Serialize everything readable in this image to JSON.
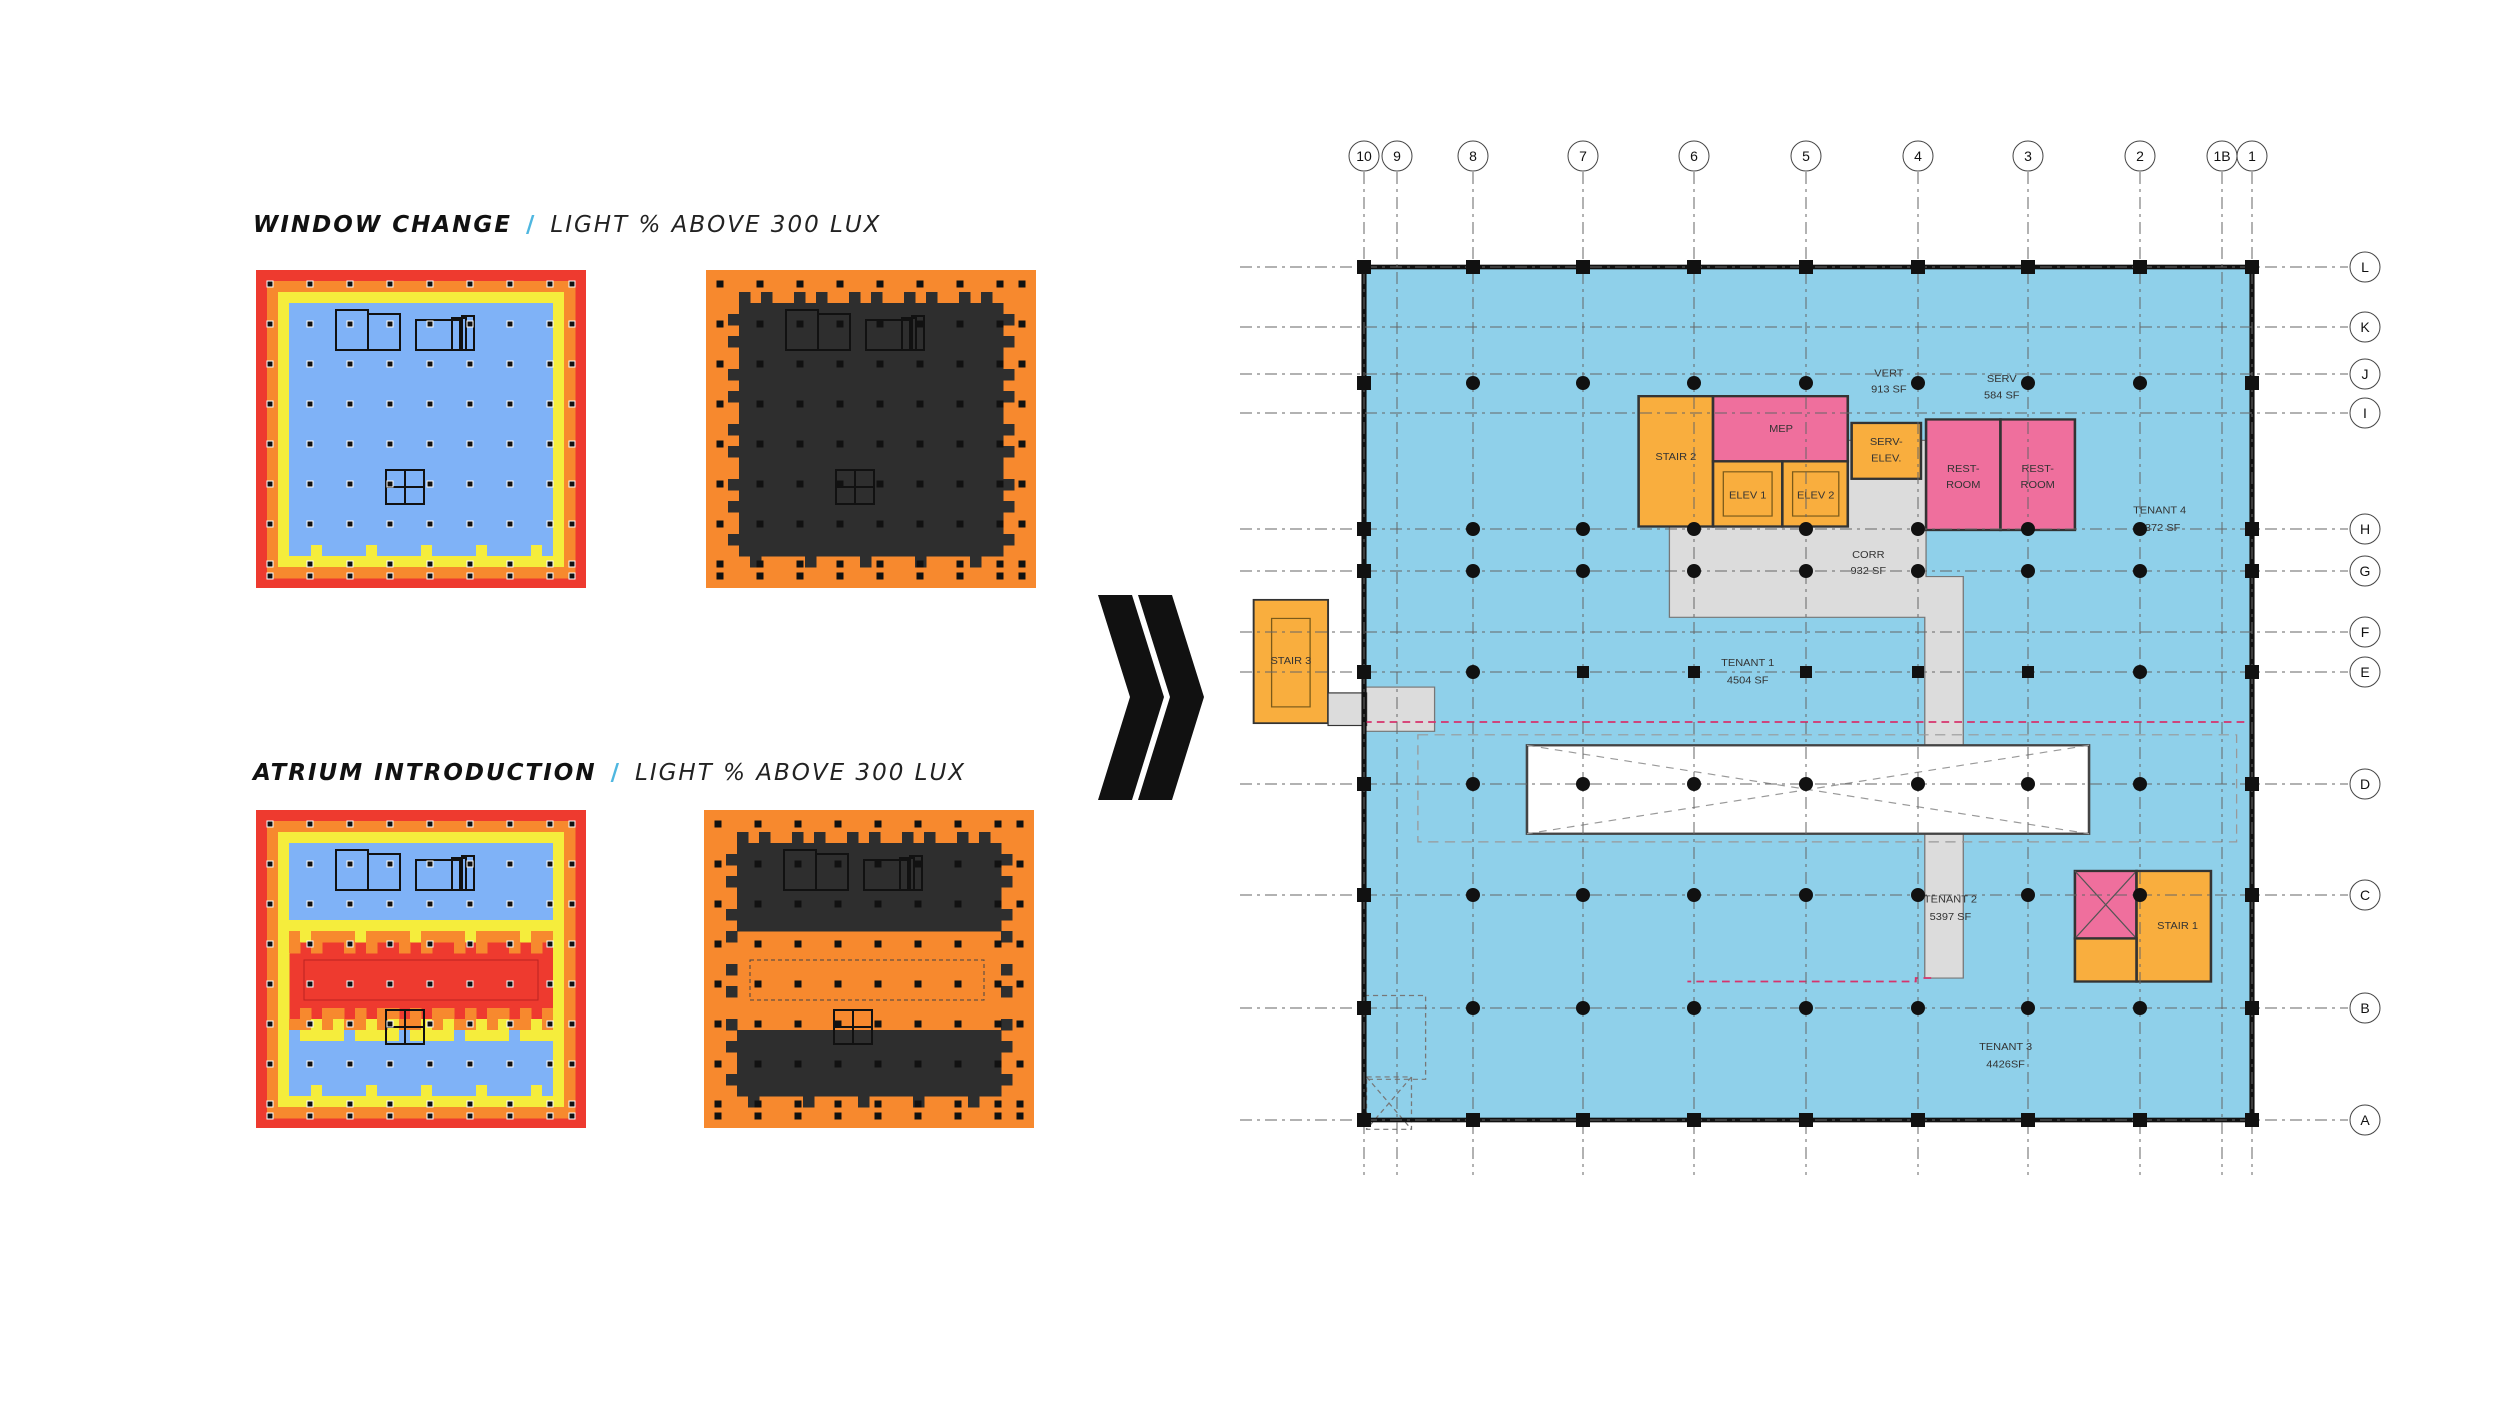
{
  "sections": [
    {
      "title": "WINDOW CHANGE",
      "subtitle": "LIGHT % ABOVE 300 LUX"
    },
    {
      "title": "ATRIUM INTRODUCTION",
      "subtitle": "LIGHT % ABOVE 300 LUX"
    }
  ],
  "colors": {
    "daylight_blue": "#7fb2f7",
    "daylight_yellow": "#f5ed3c",
    "daylight_red": "#ee3a2f",
    "threshold_orange": "#f7892e",
    "threshold_dark": "#2e2e2e",
    "plan_fill": "#8fd0ea",
    "core_pink": "#ef6f9d",
    "stair_orange": "#f9ae3e",
    "corridor_gray": "#dcdcdc",
    "accent": "#4fb7e0"
  },
  "plan": {
    "column_grid": [
      "10",
      "9",
      "8",
      "7",
      "6",
      "5",
      "4",
      "3",
      "2",
      "1B",
      "1"
    ],
    "row_grid": [
      "L",
      "K",
      "J",
      "I",
      "H",
      "G",
      "F",
      "E",
      "D",
      "C",
      "B",
      "A"
    ],
    "rooms": [
      {
        "name": "VERT",
        "area": "913 SF"
      },
      {
        "name": "SERV",
        "area": "584 SF"
      },
      {
        "name": "MEP"
      },
      {
        "name": "STAIR 2"
      },
      {
        "name": "ELEV 1"
      },
      {
        "name": "ELEV 2"
      },
      {
        "name": "SERV-",
        "name2": "ELEV."
      },
      {
        "name": "REST-",
        "name2": "ROOM"
      },
      {
        "name": "REST-",
        "name2": "ROOM"
      },
      {
        "name": "TENANT 4",
        "area": "4372 SF"
      },
      {
        "name": "CORR",
        "area": "932 SF"
      },
      {
        "name": "TENANT 1",
        "area": "4504 SF"
      },
      {
        "name": "STAIR 3"
      },
      {
        "name": "TENANT 2",
        "area": "5397 SF"
      },
      {
        "name": "STAIR 1"
      },
      {
        "name": "TENANT 3",
        "area": "4426SF"
      }
    ]
  }
}
